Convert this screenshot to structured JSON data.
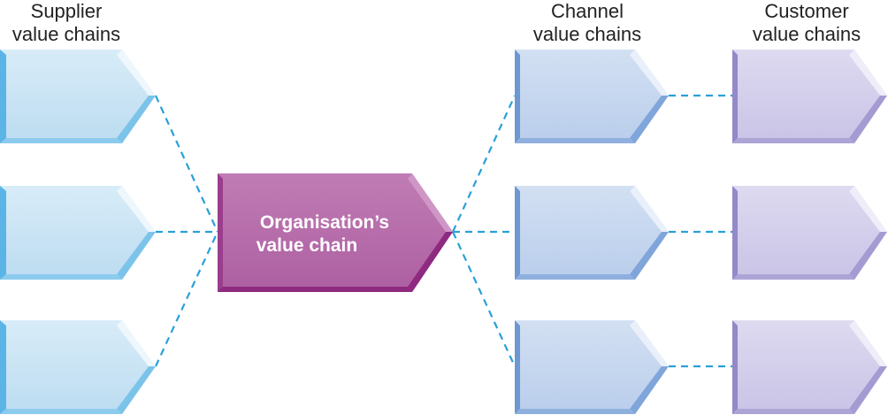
{
  "columns": {
    "supplier": {
      "line1": "Supplier",
      "line2": "value chains"
    },
    "channel": {
      "line1": "Channel",
      "line2": "value chains"
    },
    "customer": {
      "line1": "Customer",
      "line2": "value chains"
    }
  },
  "center": {
    "line1": "Organisation’s",
    "line2": "value chain"
  },
  "colors": {
    "supplier_fill": "#c9e3f4",
    "supplier_edge": "#5bb4e6",
    "channel_fill": "#c5d6ee",
    "channel_edge": "#6e98d2",
    "customer_fill": "#d3cfea",
    "customer_edge": "#9488c8",
    "center_fill": "#b66daa",
    "center_edge": "#8e2a7f",
    "connector": "#2aa0d8",
    "title_text": "#222222",
    "center_text": "#ffffff"
  }
}
